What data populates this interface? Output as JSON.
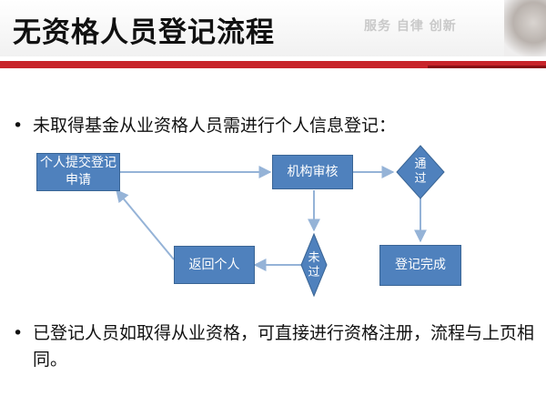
{
  "header": {
    "title": "无资格人员登记流程",
    "slogan": "服务 自律 创新"
  },
  "bullets": [
    "未取得基金从业资格人员需进行个人信息登记：",
    "已登记人员如取得从业资格，可直接进行资格注册，流程与上页相同。"
  ],
  "bullet_symbol": "•",
  "flow": {
    "submit": "个人提交登记申请",
    "review": "机构审核",
    "pass": "通过",
    "fail": "未过",
    "return": "返回个人",
    "done": "登记完成"
  },
  "colors": {
    "accent_red": "#c8242a",
    "box_fill": "#4f81bd",
    "arrow": "#95b3d7"
  },
  "icons": [
    "corner-decoration"
  ]
}
